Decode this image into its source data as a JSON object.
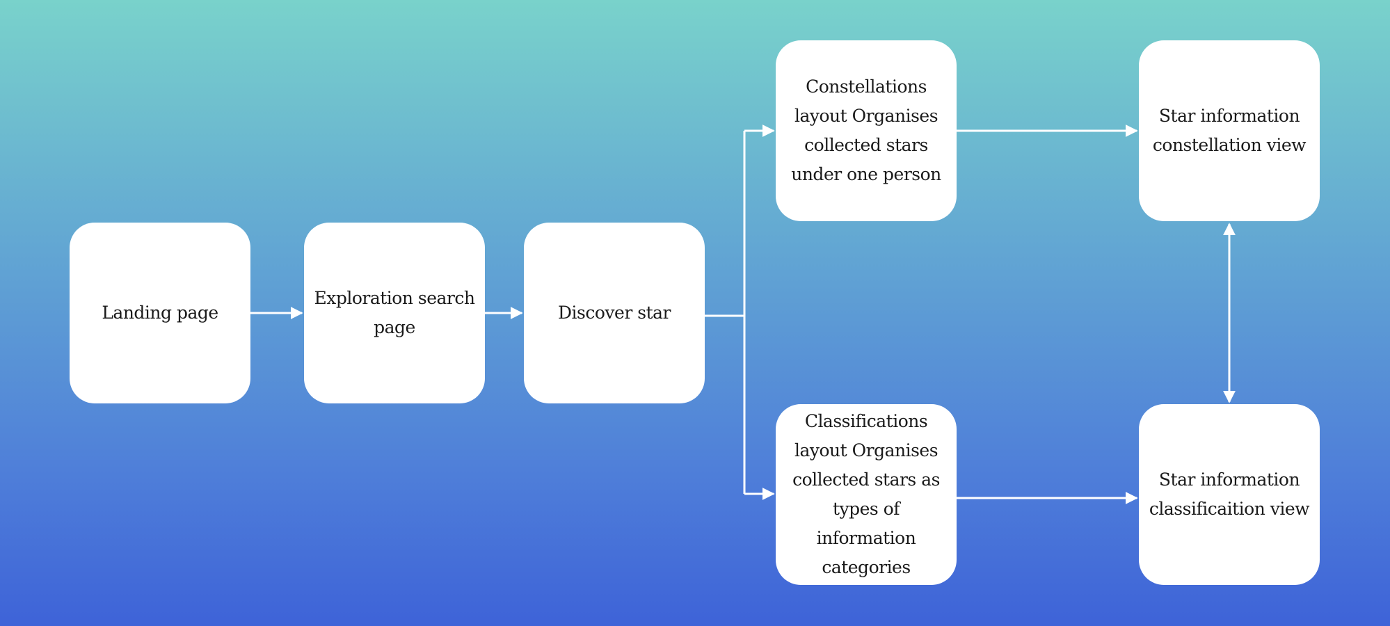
{
  "nodes": {
    "landing": {
      "label": "Landing page"
    },
    "exploration": {
      "label": "Exploration search page"
    },
    "discover": {
      "label": "Discover star"
    },
    "constellations": {
      "label": "Constellations layout Organises collected stars under one person"
    },
    "classifications": {
      "label": "Classifications layout Organises collected stars as types of information categories"
    },
    "star_constellation": {
      "label": "Star information constellation view"
    },
    "star_classification": {
      "label": "Star information classificaition view"
    }
  },
  "colors": {
    "background_top": "#79d2cb",
    "background_bottom": "#3e63d8",
    "node_fill": "#ffffff",
    "connector": "#ffffff",
    "text": "#1a1a1a"
  }
}
